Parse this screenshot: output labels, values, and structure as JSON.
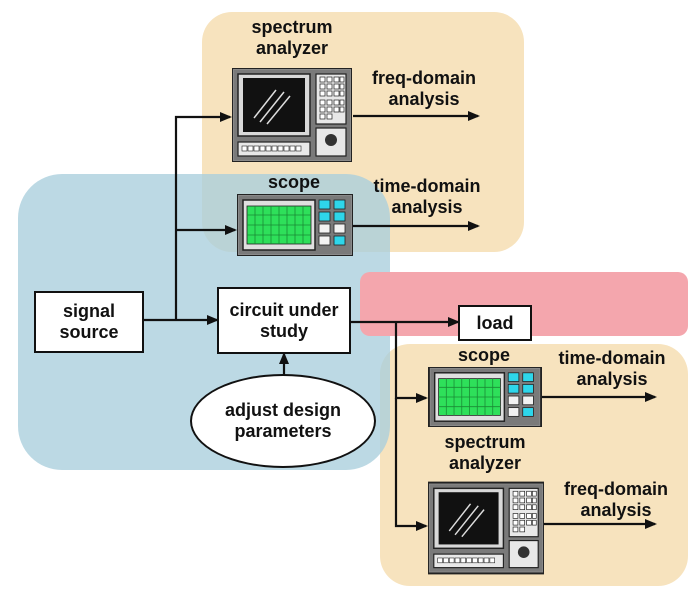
{
  "colors": {
    "orange_region": "#f7e3be",
    "blue_region": "#a9cedc",
    "red_region": "#f4a6ad",
    "screen_green": "#2ee05a",
    "key_cyan": "#2ed6ea",
    "instrument_body": "#7a7a7a"
  },
  "nodes": {
    "signal_source": [
      "signal",
      "source"
    ],
    "circuit_under_study": [
      "circuit under",
      "study"
    ],
    "adjust_design_parameters": [
      "adjust design",
      "parameters"
    ],
    "load": "load"
  },
  "top_group": {
    "spectrum_analyzer_title": [
      "spectrum",
      "analyzer"
    ],
    "freq_output": [
      "freq-domain",
      "analysis"
    ],
    "scope_title": "scope",
    "time_output": [
      "time-domain",
      "analysis"
    ]
  },
  "bottom_group": {
    "scope_title": "scope",
    "time_output": [
      "time-domain",
      "analysis"
    ],
    "spectrum_analyzer_title": [
      "spectrum",
      "analyzer"
    ],
    "freq_output": [
      "freq-domain",
      "analysis"
    ]
  },
  "icons": {
    "spectrum_analyzer": "spectrum-analyzer-icon",
    "scope": "oscilloscope-icon"
  }
}
